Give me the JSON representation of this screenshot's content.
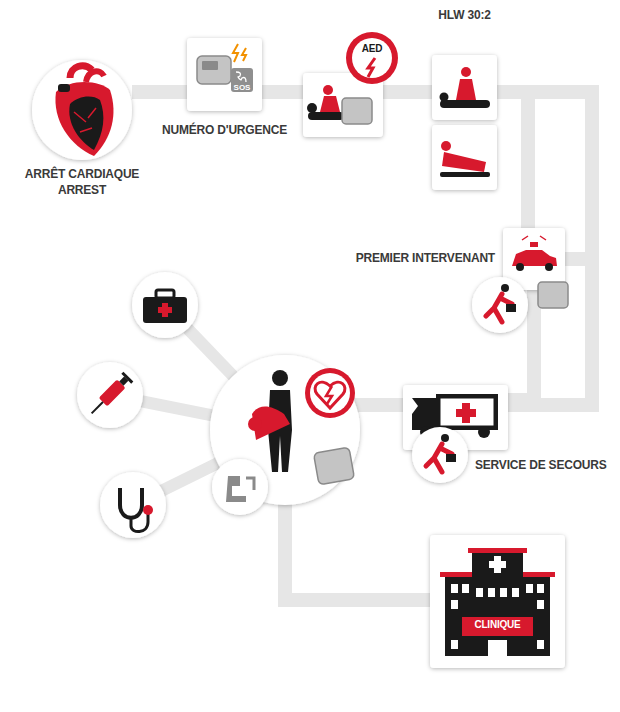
{
  "diagram": {
    "nodes": [
      {
        "text": [
          "ARRÊT CARDIAQUE ARREST"
        ]
      },
      {
        "text": [
          "NUMÉRO D'URGENCE"
        ]
      },
      {
        "text": [
          "AED"
        ]
      },
      {
        "text": [
          "HLW 30:2"
        ]
      },
      {
        "text": [
          "PREMIER INTERVENANT"
        ]
      },
      {
        "text": [
          "SERVICE DE SECOURS"
        ]
      },
      {
        "text": [
          "CLINIQUE"
        ]
      }
    ],
    "edges": [
      {
        "from": 0,
        "to": 1,
        "arrow": "none"
      },
      {
        "from": 1,
        "to": 2,
        "arrow": "none"
      },
      {
        "from": 2,
        "to": 3,
        "arrow": "none"
      },
      {
        "from": 3,
        "to": 4,
        "arrow": "none"
      },
      {
        "from": 4,
        "to": 5,
        "arrow": "none"
      },
      {
        "from": 5,
        "to": 6,
        "arrow": "none"
      }
    ],
    "labels": [
      "SOS"
    ]
  }
}
